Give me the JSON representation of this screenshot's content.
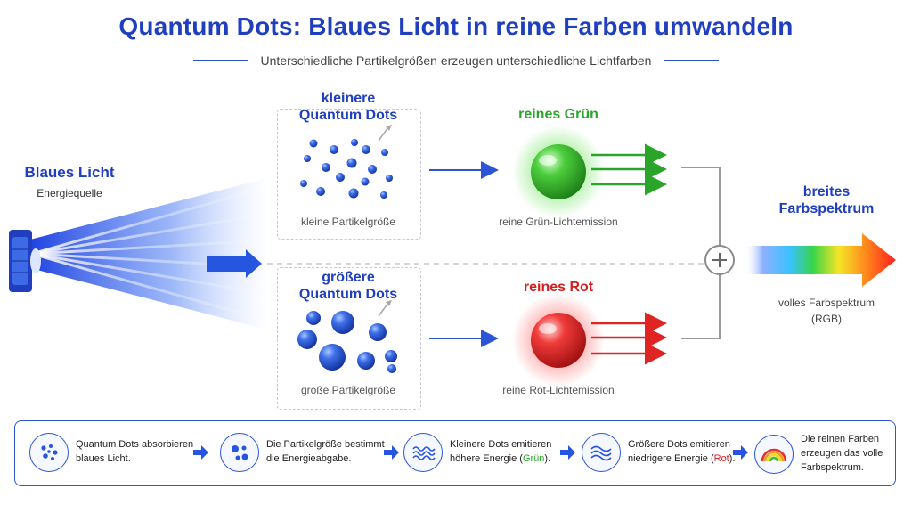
{
  "header": {
    "title": "Quantum Dots: Blaues Licht in reine Farben umwandeln",
    "subtitle": "Unterschiedliche Partikelgrößen erzeugen unterschiedliche Lichtfarben"
  },
  "source": {
    "label": "Blaues Licht",
    "sublabel": "Energiequelle"
  },
  "small_dots": {
    "heading_line1": "kleinere",
    "heading_line2": "Quantum Dots",
    "caption": "kleine Partikelgröße"
  },
  "large_dots": {
    "heading_line1": "größere",
    "heading_line2": "Quantum Dots",
    "caption": "große Partikelgröße"
  },
  "green": {
    "heading": "reines Grün",
    "caption": "reine Grün-Lichtemission",
    "color": "#2aa52a"
  },
  "red": {
    "heading": "reines Rot",
    "caption": "reine Rot-Lichtemission",
    "color": "#d21f1f"
  },
  "result": {
    "heading_line1": "breites",
    "heading_line2": "Farbspektrum",
    "caption_line1": "volles Farbspektrum",
    "caption_line2": "(RGB)"
  },
  "steps": [
    {
      "line1": "Quantum Dots absorbieren",
      "line2": "blaues Licht."
    },
    {
      "line1": "Die Partikelgröße bestimmt",
      "line2": "die Energieabgabe."
    },
    {
      "line1": "Kleinere Dots emitieren",
      "line2_pre": "höhere Energie (",
      "line2_color": "Grün",
      "line2_post": ")."
    },
    {
      "line1": "Größere Dots emitieren",
      "line2_pre": "niedrigere Energie (",
      "line2_color": "Rot",
      "line2_post": ")."
    },
    {
      "line1": "Die reinen Farben",
      "line2": "erzeugen das volle",
      "line3": "Farbspektrum."
    }
  ],
  "colors": {
    "accent_blue": "#1f3fbf",
    "green": "#2aa52a",
    "red": "#d21f1f"
  }
}
